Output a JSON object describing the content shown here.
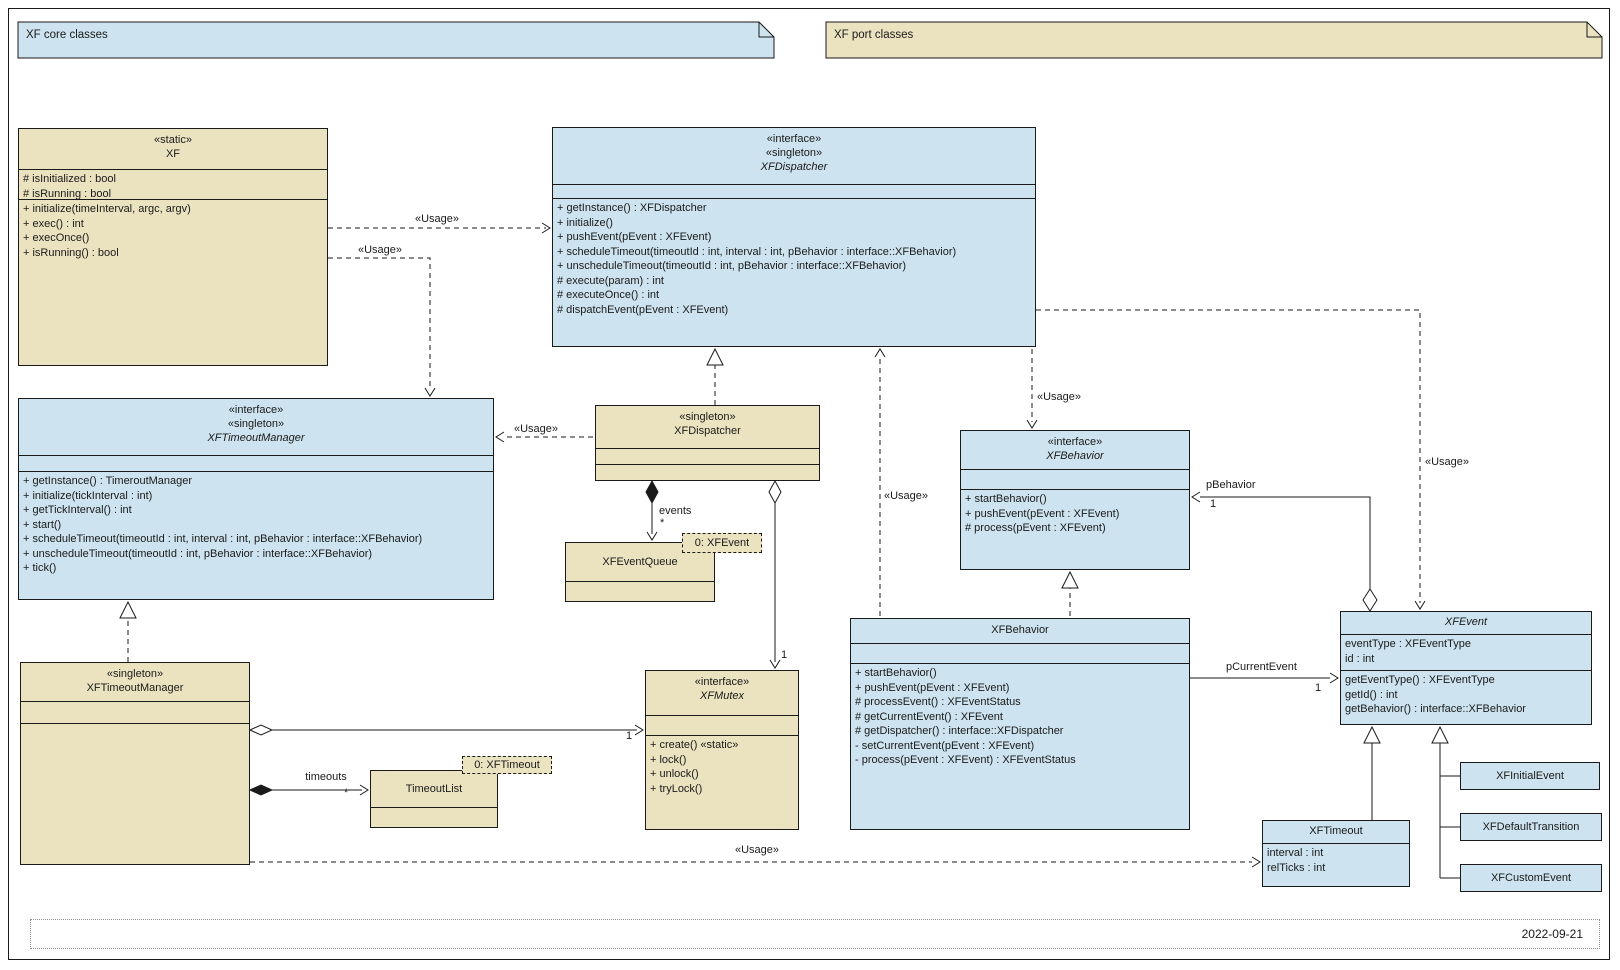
{
  "notes": {
    "core": "XF core classes",
    "port": "XF port classes"
  },
  "footer": {
    "date": "2022-09-21"
  },
  "colors": {
    "core_fill": "#cde4f0",
    "port_fill": "#ebe3c0",
    "line": "#1a1a1a"
  },
  "classes": {
    "xf": {
      "stereotypes": [
        "«static»"
      ],
      "name": "XF",
      "attributes": [
        "# isInitialized : bool",
        "# isRunning : bool"
      ],
      "methods": [
        "+ initialize(timeInterval, argc, argv)",
        "+ exec() : int",
        "+ execOnce()",
        "+ isRunning() : bool"
      ]
    },
    "xf_dispatcher_if": {
      "stereotypes": [
        "«interface»",
        "«singleton»"
      ],
      "name": "XFDispatcher",
      "methods": [
        "+ getInstance() : XFDispatcher",
        "+ initialize()",
        "+ pushEvent(pEvent : XFEvent)",
        "+ scheduleTimeout(timeoutId : int, interval : int, pBehavior : interface::XFBehavior)",
        "+ unscheduleTimeout(timeoutId : int, pBehavior : interface::XFBehavior)",
        "# execute(param) : int",
        "# executeOnce() : int",
        "# dispatchEvent(pEvent : XFEvent)"
      ]
    },
    "xf_timeout_manager_if": {
      "stereotypes": [
        "«interface»",
        "«singleton»"
      ],
      "name": "XFTimeoutManager",
      "methods": [
        "+ getInstance() : TimeroutManager",
        "+ initialize(tickInterval : int)",
        "+ getTickInterval() : int",
        "+ start()",
        "+ scheduleTimeout(timeoutId : int, interval : int, pBehavior : interface::XFBehavior)",
        "+ unscheduleTimeout(timeoutId : int, pBehavior : interface::XFBehavior)",
        "+ tick()"
      ]
    },
    "xf_dispatcher": {
      "stereotypes": [
        "«singleton»"
      ],
      "name": "XFDispatcher"
    },
    "xf_event_queue": {
      "name": "XFEventQueue"
    },
    "xf_mutex": {
      "stereotypes": [
        "«interface»"
      ],
      "name": "XFMutex",
      "methods": [
        "+ create() «static»",
        "+ lock()",
        "+ unlock()",
        "+ tryLock()"
      ]
    },
    "xf_behavior_if": {
      "stereotypes": [
        "«interface»"
      ],
      "name": "XFBehavior",
      "methods": [
        "+ startBehavior()",
        "+ pushEvent(pEvent : XFEvent)",
        "# process(pEvent : XFEvent)"
      ]
    },
    "xf_behavior": {
      "name": "XFBehavior",
      "methods": [
        "+ startBehavior()",
        "+ pushEvent(pEvent : XFEvent)",
        "# processEvent() : XFEventStatus",
        "# getCurrentEvent() : XFEvent",
        "# getDispatcher() : interface::XFDispatcher",
        "- setCurrentEvent(pEvent : XFEvent)",
        "- process(pEvent : XFEvent) : XFEventStatus"
      ]
    },
    "xf_event": {
      "name": "XFEvent",
      "attributes": [
        "eventType : XFEventType",
        "id : int"
      ],
      "methods": [
        "getEventType() : XFEventType",
        "getId() : int",
        "getBehavior() : interface::XFBehavior"
      ]
    },
    "xf_timeout": {
      "name": "XFTimeout",
      "attributes": [
        "interval : int",
        "relTicks : int"
      ]
    },
    "xf_timeout_manager": {
      "stereotypes": [
        "«singleton»"
      ],
      "name": "XFTimeoutManager"
    },
    "timeout_list": {
      "name": "TimeoutList"
    },
    "xf_initial_event": {
      "name": "XFInitialEvent"
    },
    "xf_default_transition": {
      "name": "XFDefaultTransition"
    },
    "xf_custom_event": {
      "name": "XFCustomEvent"
    }
  },
  "objects": {
    "xf_event_obj": "0: XFEvent",
    "xf_timeout_obj": "0: XFTimeout"
  },
  "edge_labels": {
    "usage": "«Usage»",
    "events": "events",
    "many": "*",
    "one": "1",
    "timeouts": "timeouts",
    "p_behavior": "pBehavior",
    "p_current_event": "pCurrentEvent"
  }
}
